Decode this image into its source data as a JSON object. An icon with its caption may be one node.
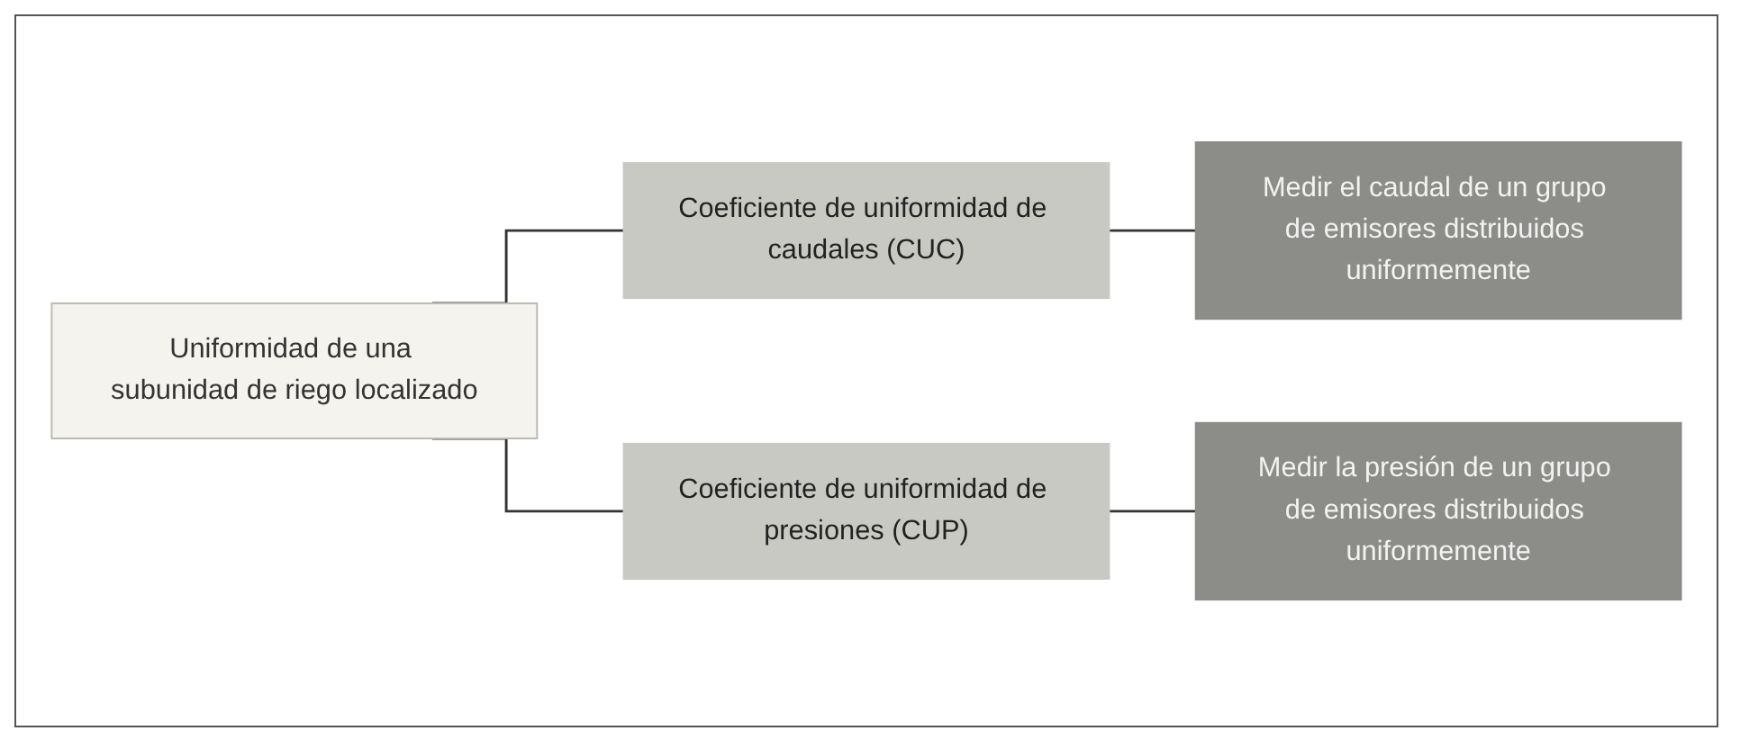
{
  "diagram": {
    "nodes": [
      {
        "text": [
          "Uniformidad de una subunidad de riego localizado"
        ]
      },
      {
        "text": [
          "Coeficiente de uniformidad de caudales (CUC)"
        ]
      },
      {
        "text": [
          "Medir el caudal de un grupo de emisores distribuidos uniformemente"
        ]
      },
      {
        "text": [
          "Coeficiente de uniformidad de presiones (CUP)"
        ]
      },
      {
        "text": [
          "Medir la presión de un grupo de emisores distribuidos uniformemente"
        ]
      }
    ],
    "edges": [
      {
        "from": 0,
        "to": 1,
        "arrow": "none"
      },
      {
        "from": 1,
        "to": 2,
        "arrow": "none"
      },
      {
        "from": 0,
        "to": 3,
        "arrow": "none"
      },
      {
        "from": 3,
        "to": 4,
        "arrow": "none"
      }
    ]
  }
}
